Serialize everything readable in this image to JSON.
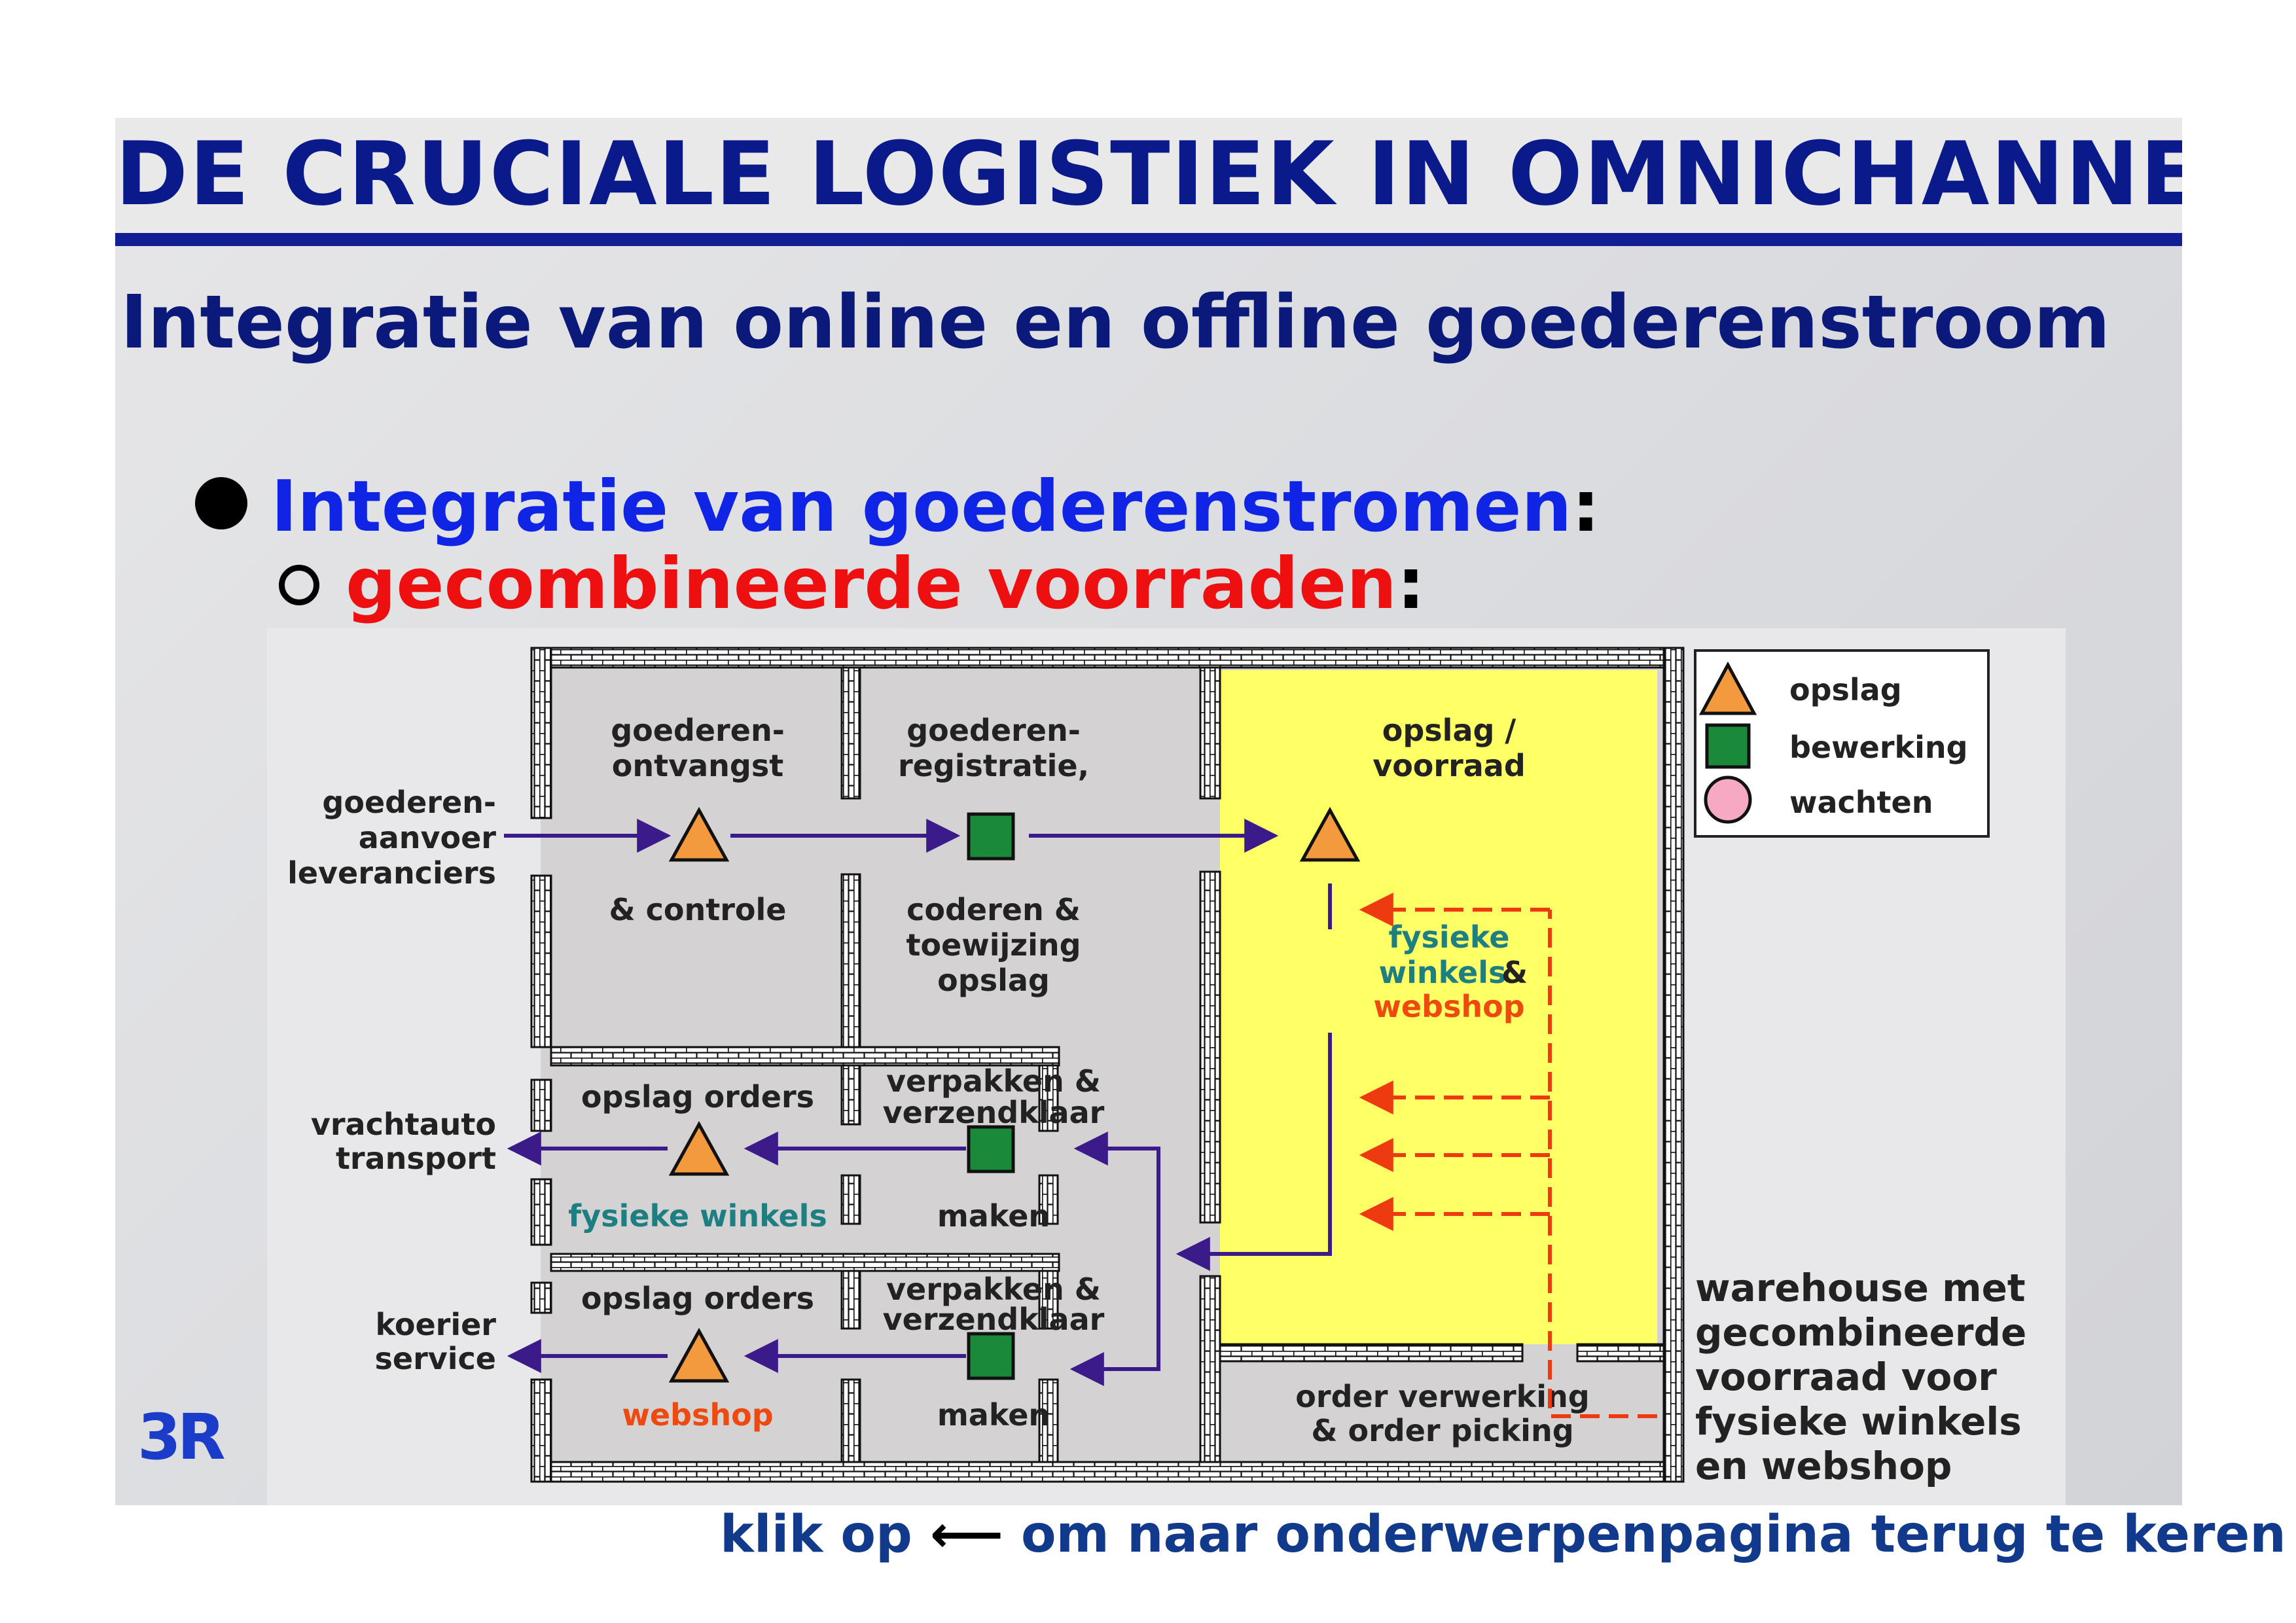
{
  "title": "DE CRUCIALE LOGISTIEK IN OMNICHANNEL",
  "subtitle": "Integratie van online en offline goederenstroom",
  "bullets": {
    "level1": {
      "text": "Integratie van goederenstromen",
      "suffix": ":"
    },
    "level2": {
      "text": "gecombineerde voorraden",
      "suffix": ":"
    }
  },
  "diagram": {
    "inputs": {
      "supply": [
        "goederen-",
        "aanvoer",
        "leveranciers"
      ],
      "truck": [
        "vrachtauto",
        "transport"
      ],
      "courier": [
        "koerier",
        "service"
      ]
    },
    "rooms": {
      "receiving_top": [
        "goederen-",
        "ontvangst"
      ],
      "receiving_bottom": "& controle",
      "registration_top": [
        "goederen-",
        "registratie,"
      ],
      "registration_bottom": [
        "coderen &",
        "toewijzing",
        "opslag"
      ],
      "storage_top": [
        "opslag /",
        "voorraad"
      ],
      "storage_mid_line1": "fysieke",
      "storage_mid_line2": "winkels",
      "storage_mid_amp": "&",
      "storage_mid_line3": "webshop",
      "orders1_top": "opslag orders",
      "orders1_bottom": "fysieke winkels",
      "pack1_top": [
        "verpakken &",
        "verzendklaar"
      ],
      "pack1_bottom": "maken",
      "orders2_top": "opslag orders",
      "orders2_bottom": "webshop",
      "pack2_top": [
        "verpakken &",
        "verzendklaar"
      ],
      "pack2_bottom": "maken",
      "picking": [
        "order verwerking",
        "& order picking"
      ]
    },
    "legend": [
      {
        "label": "opslag",
        "icon": "triangle-icon"
      },
      {
        "label": "bewerking",
        "icon": "square-icon"
      },
      {
        "label": "wachten",
        "icon": "circle-icon"
      }
    ],
    "caption": [
      "warehouse met",
      "gecombineerde",
      "voorraad voor",
      "fysieke winkels",
      "en webshop"
    ],
    "colors": {
      "storage_zone": "#ffff66",
      "room": "#d4d2d2",
      "triangle": "#f39a3e",
      "square": "#1a8a3a",
      "circle": "#f7a9c4",
      "flow_arrow": "#3b1a8a",
      "picking_arrow": "#ee3a10",
      "teal_text": "#1e7f82",
      "orange_text": "#ee4a10"
    }
  },
  "logo": "3R",
  "footer": {
    "before": "klik op",
    "arrow": "⟵",
    "after": "om naar onderwerpenpagina terug te keren"
  }
}
